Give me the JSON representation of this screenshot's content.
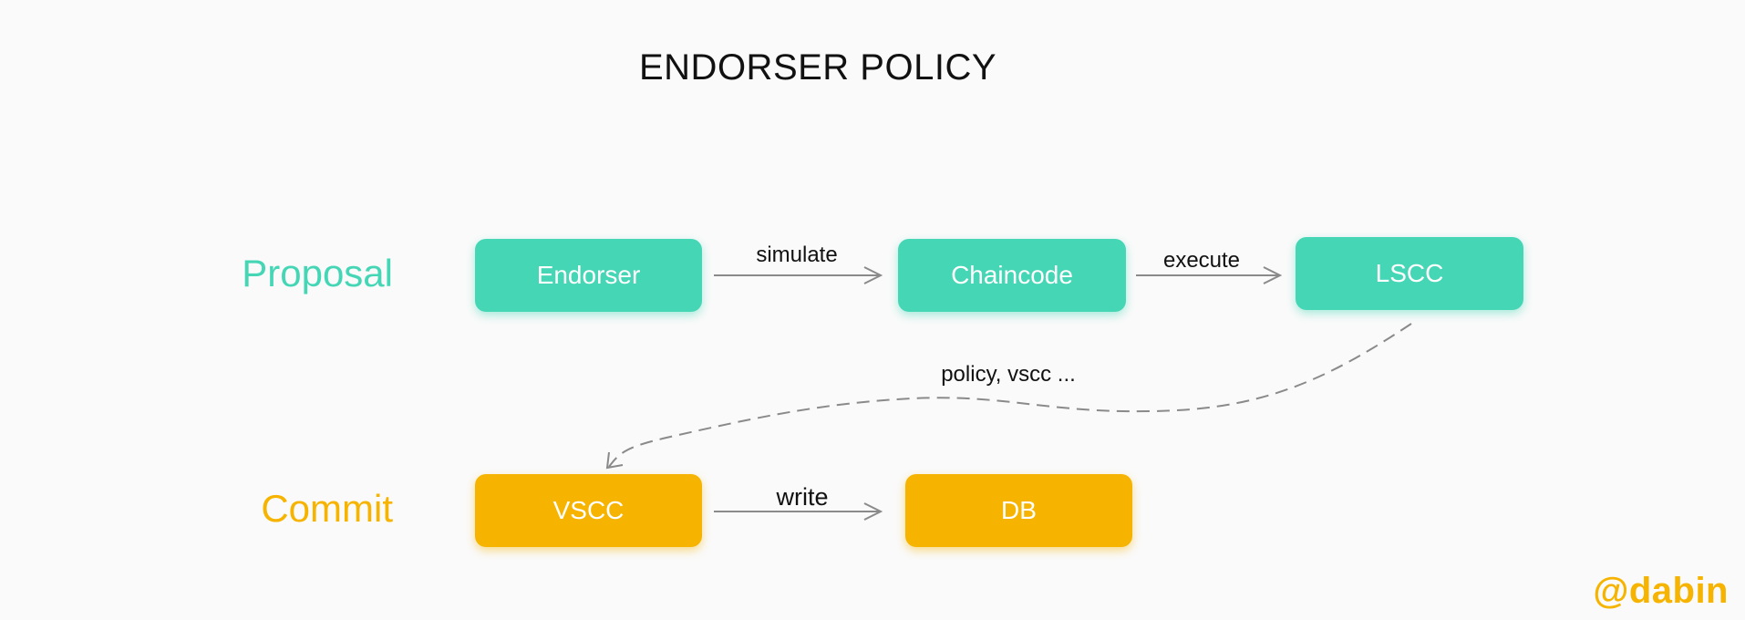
{
  "title": "ENDORSER POLICY",
  "rows": {
    "proposal": "Proposal",
    "commit": "Commit"
  },
  "nodes": {
    "endorser": "Endorser",
    "chaincode": "Chaincode",
    "lscc": "LSCC",
    "vscc": "VSCC",
    "db": "DB"
  },
  "edges": {
    "simulate": "simulate",
    "execute": "execute",
    "policy": "policy, vscc ...",
    "write": "write"
  },
  "watermark": "@dabin",
  "colors": {
    "proposal": "#45d6b6",
    "commit": "#f6b400",
    "arrow": "#8a8a8a"
  }
}
